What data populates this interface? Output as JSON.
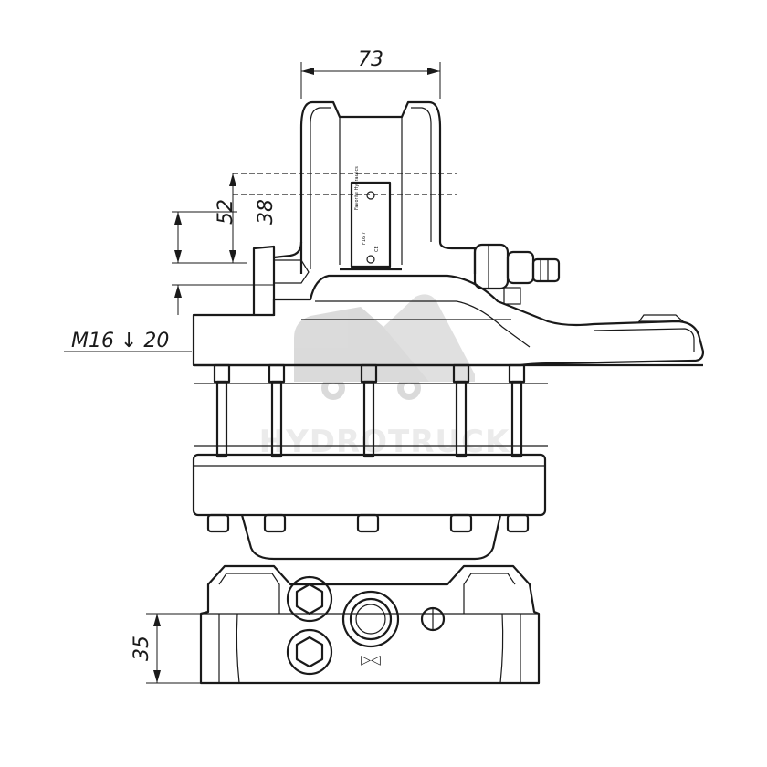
{
  "drawing": {
    "dimensions": {
      "width_top": "73",
      "height_52": "52",
      "height_38": "38",
      "thread_callout": "M16 ↓ 20",
      "height_bottom": "35"
    },
    "watermark": {
      "text": "HYDROTRUCK",
      "icon": "truck-icon"
    },
    "nameplate": {
      "lines": [
        "Favorite Hydraulics",
        "F16 7",
        "CE"
      ]
    },
    "flow_symbol": "▷◁"
  }
}
